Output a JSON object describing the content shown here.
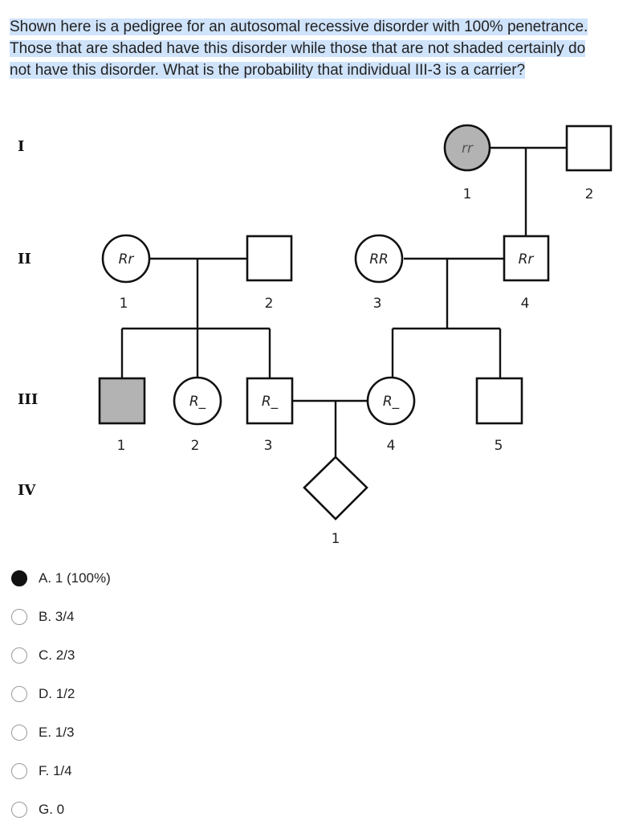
{
  "question": {
    "text": "Shown here is a pedigree for an autosomal recessive disorder with 100% penetrance. Those that are shaded have this disorder while those that are not shaded certainly do not have this disorder. What is the probability that individual III-3 is a carrier?",
    "line1": "Shown here is a pedigree for an autosomal recessive disorder with 100% penetrance.",
    "line2": "Those that are shaded have this disorder while those that are not shaded certainly do",
    "line3": "not have this disorder. What is the probability that individual III-3 is a carrier?"
  },
  "pedigree": {
    "generations": [
      "I",
      "II",
      "III",
      "IV"
    ],
    "individuals": {
      "I_1": {
        "number": "1",
        "genotype": "rr",
        "sex": "female",
        "affected": true
      },
      "I_2": {
        "number": "2",
        "genotype": "",
        "sex": "male",
        "affected": false
      },
      "II_1": {
        "number": "1",
        "genotype": "Rr",
        "sex": "female",
        "affected": false
      },
      "II_2": {
        "number": "2",
        "genotype": "",
        "sex": "male",
        "affected": false
      },
      "II_3": {
        "number": "3",
        "genotype": "RR",
        "sex": "female",
        "affected": false
      },
      "II_4": {
        "number": "4",
        "genotype": "Rr",
        "sex": "male",
        "affected": false
      },
      "III_1": {
        "number": "1",
        "genotype": "",
        "sex": "male",
        "affected": true
      },
      "III_2": {
        "number": "2",
        "genotype": "R_",
        "sex": "female",
        "affected": false
      },
      "III_3": {
        "number": "3",
        "genotype": "R_",
        "sex": "male",
        "affected": false
      },
      "III_4": {
        "number": "4",
        "genotype": "R_",
        "sex": "female",
        "affected": false
      },
      "III_5": {
        "number": "5",
        "genotype": "",
        "sex": "male",
        "affected": false
      },
      "IV_1": {
        "number": "1",
        "genotype": "",
        "sex": "unknown",
        "affected": false
      }
    }
  },
  "choices": [
    {
      "label": "A. 1 (100%)",
      "selected": true
    },
    {
      "label": "B. 3/4",
      "selected": false
    },
    {
      "label": "C. 2/3",
      "selected": false
    },
    {
      "label": "D. 1/2",
      "selected": false
    },
    {
      "label": "E. 1/3",
      "selected": false
    },
    {
      "label": "F. 1/4",
      "selected": false
    },
    {
      "label": "G. 0",
      "selected": false
    }
  ],
  "colors": {
    "highlight": "#cfe3fb",
    "affected_fill": "#b3b3b3",
    "selected_radio": "#111111"
  }
}
